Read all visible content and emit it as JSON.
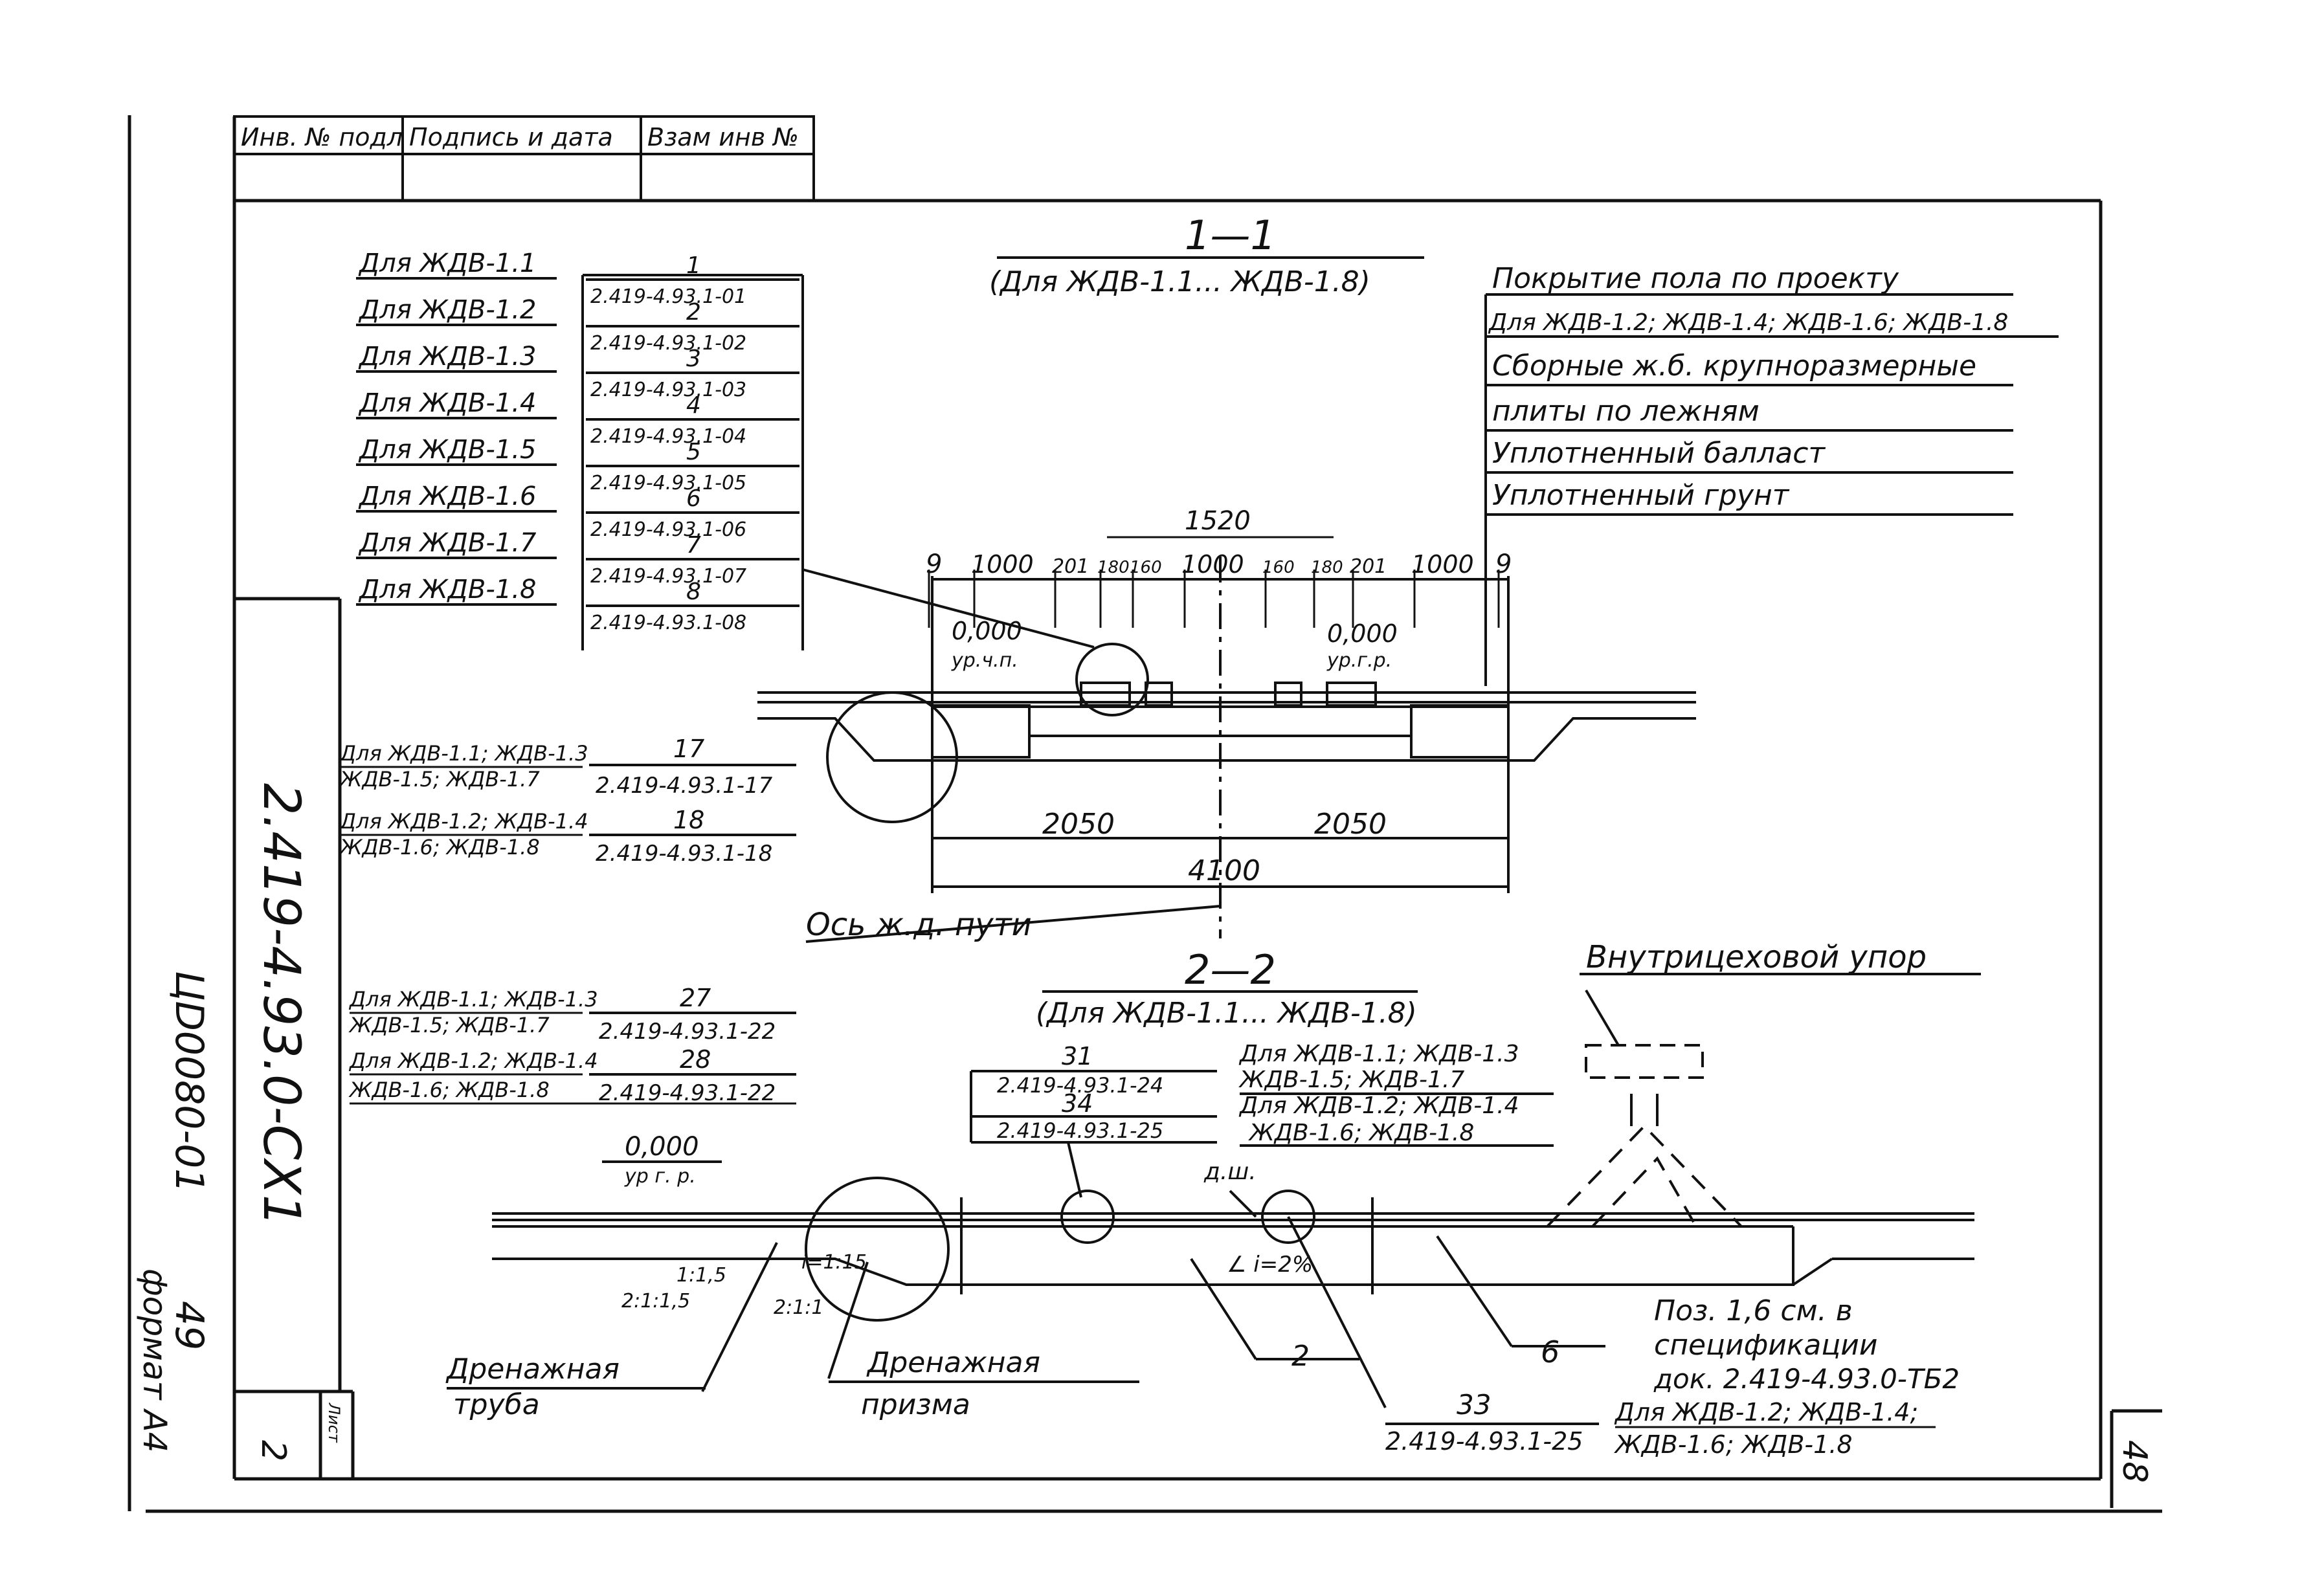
{
  "title_block": {
    "col1": "Инв. № подл",
    "col2": "Подпись и дата",
    "col3": "Взам инв №"
  },
  "doc_code": "2.419-4.93.0-СХ1",
  "sheet_label": "Лист",
  "sheet_no": "2",
  "archive_no": "ЦD0080-01",
  "archive_page": "49",
  "format": "формат А4",
  "page_mark": "48",
  "section11": {
    "title": "1—1",
    "subtitle": "(Для ЖДВ-1.1... ЖДВ-1.8)",
    "layers": [
      "Покрытие пола по проекту",
      "Для ЖДВ-1.2; ЖДВ-1.4; ЖДВ-1.6; ЖДВ-1.8",
      "Сборные ж.б. крупноразмерные",
      "плиты по лежням",
      "Уплотненный балласт",
      "Уплотненный грунт"
    ],
    "refs": [
      {
        "label": "Для ЖДВ-1.1",
        "num": "1",
        "doc": "2.419-4.93.1-01"
      },
      {
        "label": "Для ЖДВ-1.2",
        "num": "2",
        "doc": "2.419-4.93.1-02"
      },
      {
        "label": "Для ЖДВ-1.3",
        "num": "3",
        "doc": "2.419-4.93.1-03"
      },
      {
        "label": "Для ЖДВ-1.4",
        "num": "4",
        "doc": "2.419-4.93.1-04"
      },
      {
        "label": "Для ЖДВ-1.5",
        "num": "5",
        "doc": "2.419-4.93.1-05"
      },
      {
        "label": "Для ЖДВ-1.6",
        "num": "6",
        "doc": "2.419-4.93.1-06"
      },
      {
        "label": "Для ЖДВ-1.7",
        "num": "7",
        "doc": "2.419-4.93.1-07"
      },
      {
        "label": "Для ЖДВ-1.8",
        "num": "8",
        "doc": "2.419-4.93.1-08"
      }
    ],
    "refs2": [
      {
        "label1": "Для ЖДВ-1.1; ЖДВ-1.3",
        "label2": "ЖДВ-1.5; ЖДВ-1.7",
        "num": "17",
        "doc": "2.419-4.93.1-17"
      },
      {
        "label1": "Для ЖДВ-1.2; ЖДВ-1.4",
        "label2": "ЖДВ-1.6; ЖДВ-1.8",
        "num": "18",
        "doc": "2.419-4.93.1-18"
      }
    ],
    "dims_top": [
      "9",
      "1000",
      "201",
      "180",
      "160",
      "1000",
      "160",
      "180",
      "201",
      "1000",
      "9"
    ],
    "dim_1520": "1520",
    "level_left": "0,000",
    "level_left_sub": "ур.ч.п.",
    "level_right": "0,000",
    "level_right_sub": "ур.г.р.",
    "dim_half_left": "2050",
    "dim_half_right": "2050",
    "dim_total": "4100",
    "axis_label": "Ось ж.д. пути"
  },
  "section22": {
    "title": "2—2",
    "subtitle": "(Для ЖДВ-1.1... ЖДВ-1.8)",
    "stop_label": "Внутрицеховой упор",
    "refs_left": [
      {
        "label1": "Для ЖДВ-1.1; ЖДВ-1.3",
        "label2": "ЖДВ-1.5; ЖДВ-1.7",
        "num": "27",
        "doc": "2.419-4.93.1-22"
      },
      {
        "label1": "Для ЖДВ-1.2; ЖДВ-1.4",
        "label2": "ЖДВ-1.6; ЖДВ-1.8",
        "num": "28",
        "doc": "2.419-4.93.1-22"
      }
    ],
    "refs_mid": [
      {
        "num": "31",
        "doc": "2.419-4.93.1-24",
        "label1": "Для ЖДВ-1.1; ЖДВ-1.3",
        "label2": "ЖДВ-1.5; ЖДВ-1.7"
      },
      {
        "num": "34",
        "doc": "2.419-4.93.1-25",
        "label1": "Для ЖДВ-1.2; ЖДВ-1.4",
        "label2": "ЖДВ-1.6; ЖДВ-1.8"
      }
    ],
    "ref_bottom": {
      "num": "33",
      "doc": "2.419-4.93.1-25",
      "label1": "Для ЖДВ-1.2; ЖДВ-1.4;",
      "label2": "ЖДВ-1.6; ЖДВ-1.8"
    },
    "level": "0,000",
    "level_sub": "ур г. р.",
    "slope1": "1:1,5",
    "slope2": "2:1:1,5",
    "slope3": "i=1:15",
    "slope4": "2:1:1",
    "slope_mid": "∠ i=2%",
    "label_ds": "д.ш.",
    "drain_pipe1": "Дренажная",
    "drain_pipe2": "труба",
    "drain_prism1": "Дренажная",
    "drain_prism2": "призма",
    "pos2": "2",
    "pos6": "6",
    "note1": "Поз. 1,6 см. в",
    "note2": "спецификации",
    "note3": "док. 2.419-4.93.0-ТБ2"
  }
}
